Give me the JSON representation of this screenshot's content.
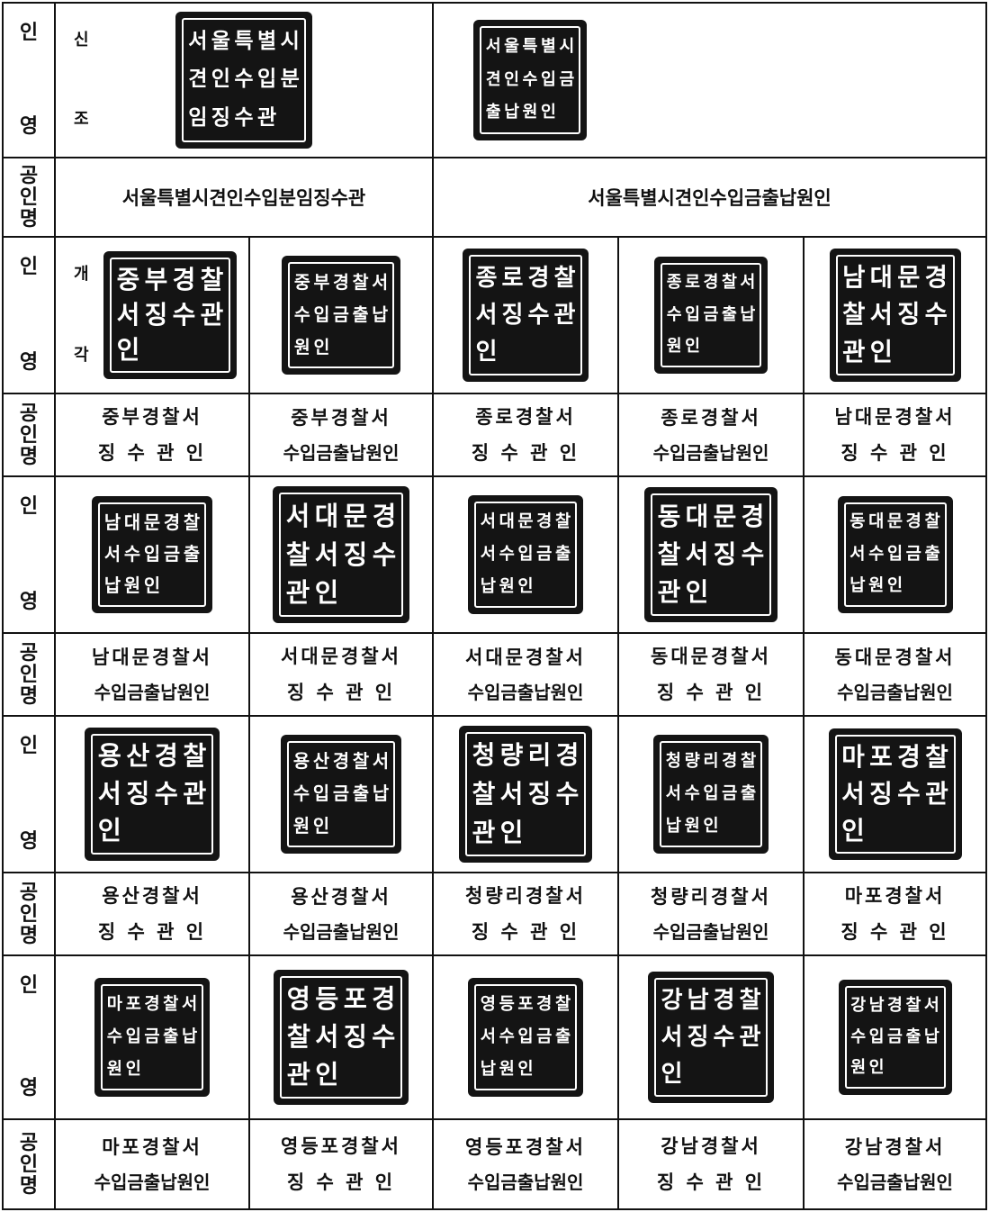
{
  "labels": {
    "seal_impression": [
      "인",
      "영"
    ],
    "official_name": [
      "공",
      "인",
      "명"
    ]
  },
  "side_notes": {
    "new": [
      "신",
      "조"
    ],
    "each": [
      "개",
      "각"
    ]
  },
  "first_row": {
    "left_name": "서울특별시견인수입분임징수관",
    "right_name": "서울특별시견인수입금출납원인"
  },
  "rows": [
    [
      {
        "line1": "중부경찰서",
        "line2": "징 수 관 인"
      },
      {
        "line1": "중부경찰서",
        "line2": "수입금출납원인"
      },
      {
        "line1": "종로경찰서",
        "line2": "징 수 관 인"
      },
      {
        "line1": "종로경찰서",
        "line2": "수입금출납원인"
      },
      {
        "line1": "남대문경찰서",
        "line2": "징 수 관 인"
      }
    ],
    [
      {
        "line1": "남대문경찰서",
        "line2": "수입금출납원인"
      },
      {
        "line1": "서대문경찰서",
        "line2": "징 수 관 인"
      },
      {
        "line1": "서대문경찰서",
        "line2": "수입금출납원인"
      },
      {
        "line1": "동대문경찰서",
        "line2": "징 수 관 인"
      },
      {
        "line1": "동대문경찰서",
        "line2": "수입금출납원인"
      }
    ],
    [
      {
        "line1": "용산경찰서",
        "line2": "징 수 관 인"
      },
      {
        "line1": "용산경찰서",
        "line2": "수입금출납원인"
      },
      {
        "line1": "청량리경찰서",
        "line2": "징 수 관 인"
      },
      {
        "line1": "청량리경찰서",
        "line2": "수입금출납원인"
      },
      {
        "line1": "마포경찰서",
        "line2": "징 수 관 인"
      }
    ],
    [
      {
        "line1": "마포경찰서",
        "line2": "수입금출납원인"
      },
      {
        "line1": "영등포경찰서",
        "line2": "징 수 관 인"
      },
      {
        "line1": "영등포경찰서",
        "line2": "수입금출납원인"
      },
      {
        "line1": "강남경찰서",
        "line2": "징 수 관 인"
      },
      {
        "line1": "강남경찰서",
        "line2": "수입금출납원인"
      }
    ]
  ],
  "colors": {
    "ink": "#141414",
    "paper": "#ffffff"
  }
}
